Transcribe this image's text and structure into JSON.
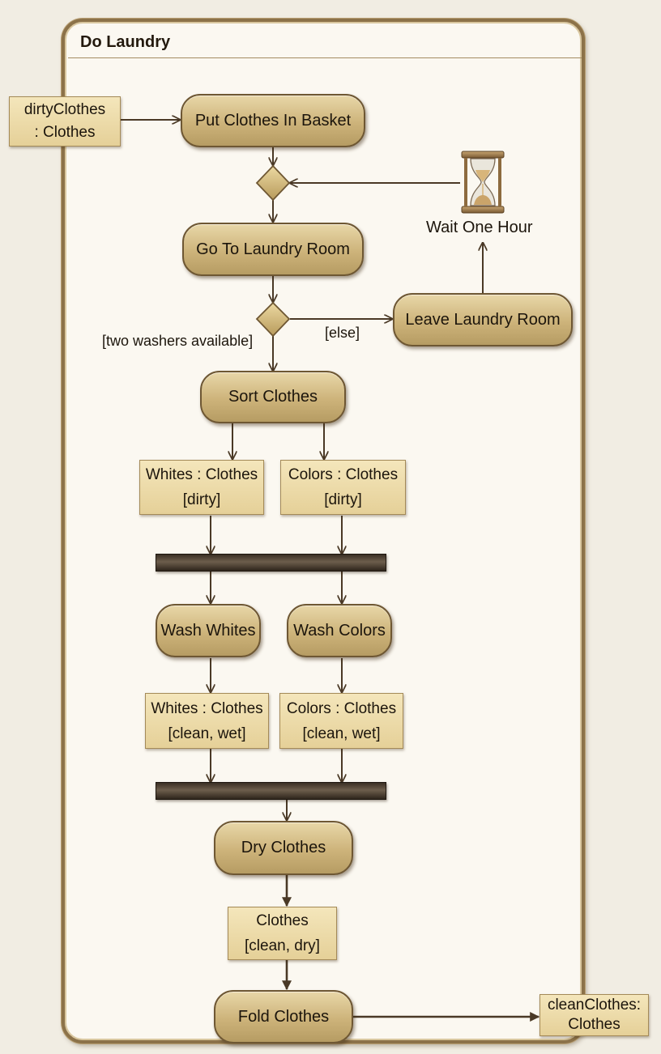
{
  "diagram": {
    "title": "Do Laundry",
    "actions": {
      "put_in_basket": "Put Clothes In Basket",
      "go_to_laundry_room": "Go To Laundry Room",
      "leave_laundry_room": "Leave Laundry Room",
      "sort_clothes": "Sort Clothes",
      "wash_whites": "Wash Whites",
      "wash_colors": "Wash Colors",
      "dry_clothes": "Dry Clothes",
      "fold_clothes": "Fold Clothes"
    },
    "objects": {
      "dirty_clothes": {
        "line1": "dirtyClothes",
        "line2": ": Clothes"
      },
      "whites_dirty": {
        "line1": "Whites : Clothes",
        "line2": "[dirty]"
      },
      "colors_dirty": {
        "line1": "Colors : Clothes",
        "line2": "[dirty]"
      },
      "whites_clean_wet": {
        "line1": "Whites : Clothes",
        "line2": "[clean, wet]"
      },
      "colors_clean_wet": {
        "line1": "Colors : Clothes",
        "line2": "[clean, wet]"
      },
      "clothes_clean_dry": {
        "line1": "Clothes",
        "line2": "[clean, dry]"
      },
      "clean_clothes": {
        "line1": "cleanClothes:",
        "line2": "Clothes"
      }
    },
    "timer": {
      "label": "Wait One Hour",
      "icon": "hourglass-icon"
    },
    "guards": {
      "two_washers": "[two washers available]",
      "else": "[else]"
    }
  }
}
